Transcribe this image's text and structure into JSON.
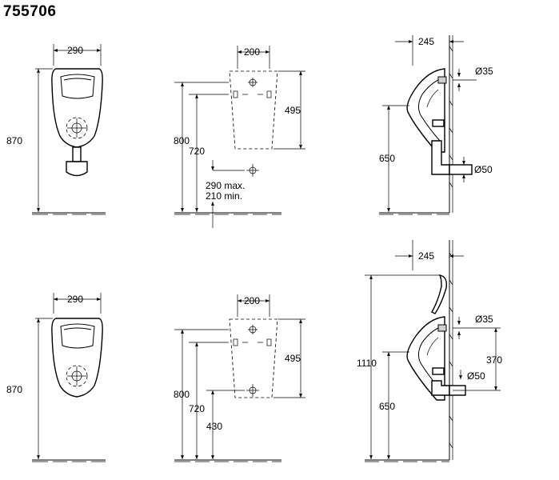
{
  "title": "755706",
  "views": {
    "top_front": {
      "width": "290",
      "height": "870"
    },
    "top_mount": {
      "width": "200",
      "total": "800",
      "upper": "495",
      "mid": "720",
      "range_max": "290 max.",
      "range_min": "210 min."
    },
    "top_side": {
      "depth": "245",
      "inlet": "Ø35",
      "height": "650",
      "outlet": "Ø50"
    },
    "bottom_front": {
      "width": "290",
      "height": "870"
    },
    "bottom_mount": {
      "width": "200",
      "total": "800",
      "upper": "495",
      "mid": "720",
      "outlet_height": "430"
    },
    "bottom_side": {
      "depth": "245",
      "inlet": "Ø35",
      "total": "1110",
      "spacing": "370",
      "outlet": "Ø50",
      "height": "650"
    }
  }
}
